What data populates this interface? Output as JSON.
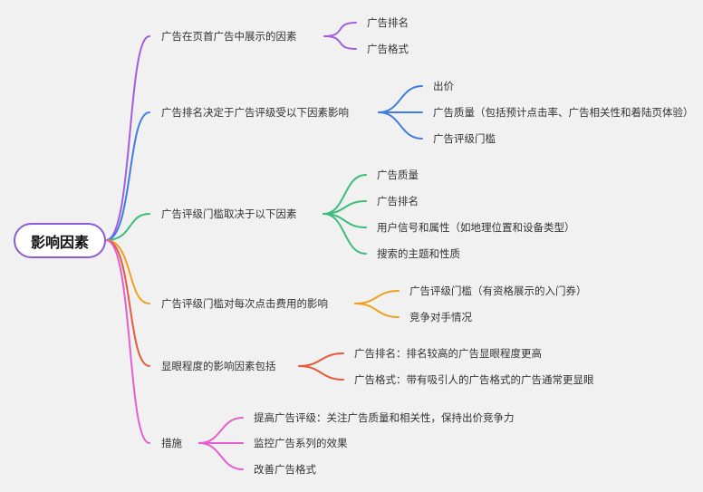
{
  "root": "影响因素",
  "colors": {
    "purple": "#a35ee0",
    "blue": "#3f7ee0",
    "green": "#3dbd7d",
    "orange": "#f0a020",
    "red": "#e8583a",
    "pink": "#e35fd0",
    "root_border": "#8b5cd6"
  },
  "branches": [
    {
      "label": "广告在页首广告中展示的因素",
      "children": [
        "广告排名",
        "广告格式"
      ]
    },
    {
      "label": "广告排名决定于广告评级受以下因素影响",
      "children": [
        "出价",
        "广告质量（包括预计点击率、广告相关性和着陆页体验）",
        "广告评级门槛"
      ]
    },
    {
      "label": "广告评级门槛取决于以下因素",
      "children": [
        "广告质量",
        "广告排名",
        "用户信号和属性（如地理位置和设备类型）",
        "搜索的主题和性质"
      ]
    },
    {
      "label": "广告评级门槛对每次点击费用的影响",
      "children": [
        "广告评级门槛（有资格展示的入门券）",
        "竞争对手情况"
      ]
    },
    {
      "label": "显眼程度的影响因素包括",
      "children": [
        "广告排名：排名较高的广告显眼程度更高",
        "广告格式：带有吸引人的广告格式的广告通常更显眼"
      ]
    },
    {
      "label": "措施",
      "children": [
        "提高广告评级：关注广告质量和相关性，保持出价竞争力",
        "监控广告系列的效果",
        "改善广告格式"
      ]
    }
  ]
}
